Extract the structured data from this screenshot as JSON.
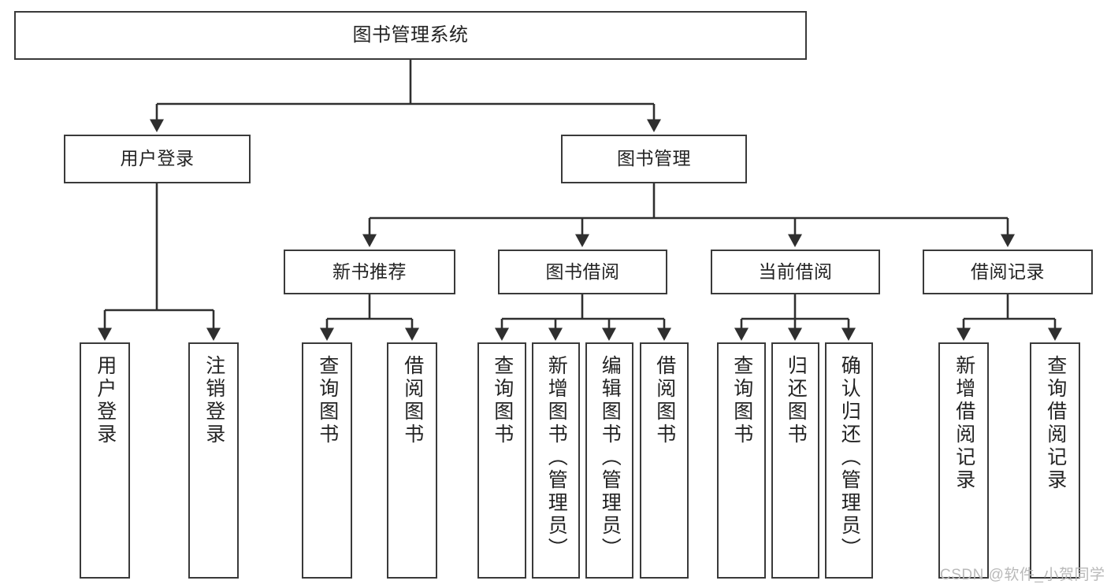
{
  "diagram": {
    "type": "tree",
    "title": "图书管理系统",
    "orientation": "top-down",
    "background_color": "#ffffff",
    "node_border_color": "#3a3a3a",
    "node_fill_color": "#ffffff",
    "text_color": "#232323",
    "edge_color": "#2f2f2f"
  },
  "nodes": {
    "root": {
      "label": "图书管理系统"
    },
    "level2": [
      {
        "id": "user-login",
        "label": "用户登录"
      },
      {
        "id": "book-manage",
        "label": "图书管理"
      }
    ],
    "level3": [
      {
        "id": "new-book-recommend",
        "label": "新书推荐"
      },
      {
        "id": "book-borrow",
        "label": "图书借阅"
      },
      {
        "id": "current-borrow",
        "label": "当前借阅"
      },
      {
        "id": "borrow-record",
        "label": "借阅记录"
      }
    ],
    "leaves": [
      {
        "id": "leaf-user-login",
        "label": "用户登录",
        "parent": "用户登录"
      },
      {
        "id": "leaf-user-logout",
        "label": "注销登录",
        "parent": "用户登录"
      },
      {
        "id": "leaf-query-book-1",
        "label": "查询图书",
        "parent": "新书推荐"
      },
      {
        "id": "leaf-borrow-book-1",
        "label": "借阅图书",
        "parent": "新书推荐"
      },
      {
        "id": "leaf-query-book-2",
        "label": "查询图书",
        "parent": "图书借阅"
      },
      {
        "id": "leaf-add-book",
        "label": "新增图书（管理员）",
        "parent": "图书借阅"
      },
      {
        "id": "leaf-edit-book",
        "label": "编辑图书（管理员）",
        "parent": "图书借阅"
      },
      {
        "id": "leaf-borrow-book-2",
        "label": "借阅图书",
        "parent": "图书借阅"
      },
      {
        "id": "leaf-query-book-3",
        "label": "查询图书",
        "parent": "当前借阅"
      },
      {
        "id": "leaf-return-book",
        "label": "归还图书",
        "parent": "当前借阅"
      },
      {
        "id": "leaf-confirm-return",
        "label": "确认归还（管理员）",
        "parent": "当前借阅"
      },
      {
        "id": "leaf-add-record",
        "label": "新增借阅记录",
        "parent": "借阅记录"
      },
      {
        "id": "leaf-query-record",
        "label": "查询借阅记录",
        "parent": "借阅记录"
      }
    ]
  },
  "watermark": {
    "text": "CSDN @软件_小贺同学",
    "color": "#b9b9b9"
  }
}
